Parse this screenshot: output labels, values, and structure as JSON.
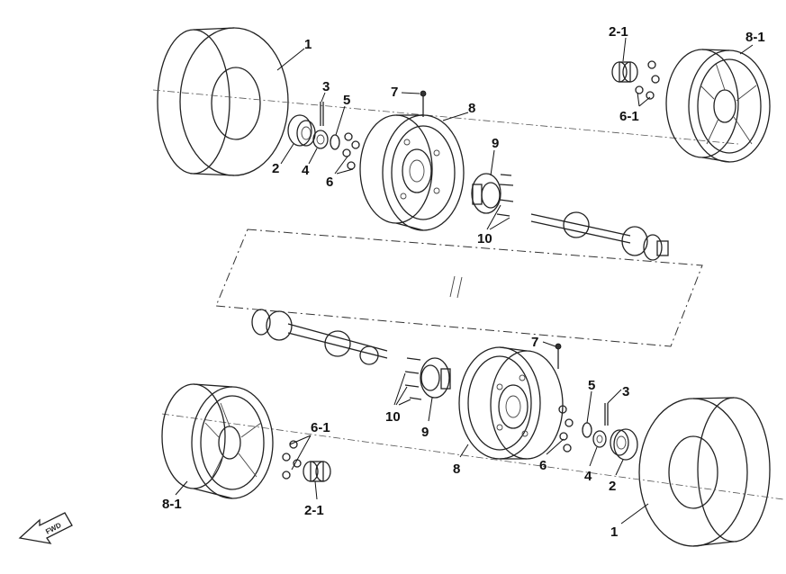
{
  "callouts": {
    "top_tire": "1",
    "top_hub_cap": "2",
    "top_cotter_pin": "3",
    "top_nut": "4",
    "top_washer": "5",
    "top_lug_nuts": "6",
    "top_valve": "7",
    "top_steel_rim": "8",
    "top_hub": "9",
    "top_hub_bolts": "10",
    "top_alloy_cap": "2-1",
    "top_alloy_rim": "8-1",
    "top_alloy_nuts": "6-1",
    "bottom_tire": "1",
    "bottom_hub_cap": "2",
    "bottom_cotter_pin": "3",
    "bottom_nut": "4",
    "bottom_washer": "5",
    "bottom_lug_nuts": "6",
    "bottom_valve": "7",
    "bottom_steel_rim": "8",
    "bottom_hub": "9",
    "bottom_hub_bolts": "10",
    "bottom_alloy_cap": "2-1",
    "bottom_alloy_rim": "8-1",
    "bottom_alloy_nuts": "6-1"
  },
  "fwd_arrow": "FWD"
}
